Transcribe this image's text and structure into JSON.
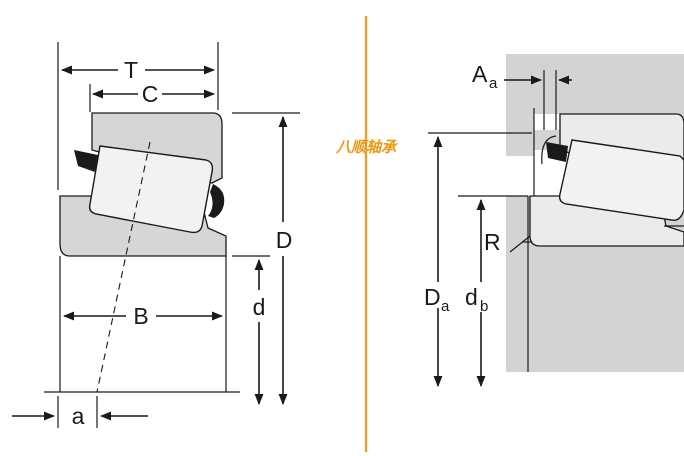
{
  "labels": {
    "T": "T",
    "C": "C",
    "D": "D",
    "B": "B",
    "d": "d",
    "a": "a",
    "A": "A",
    "A_sub": "a",
    "R": "R",
    "D_a": "D",
    "D_a_sub": "a",
    "d_b": "d",
    "d_b_sub": "b"
  },
  "watermark": "八顺轴承",
  "colors": {
    "divider": "#e8a030",
    "housing": "#d3d3d3",
    "ring": "#d6d6d6",
    "roller": "#f2f2f2",
    "cage": "#1a1a1a",
    "line": "#1a1a1a",
    "watermark": "#e89a1a"
  }
}
